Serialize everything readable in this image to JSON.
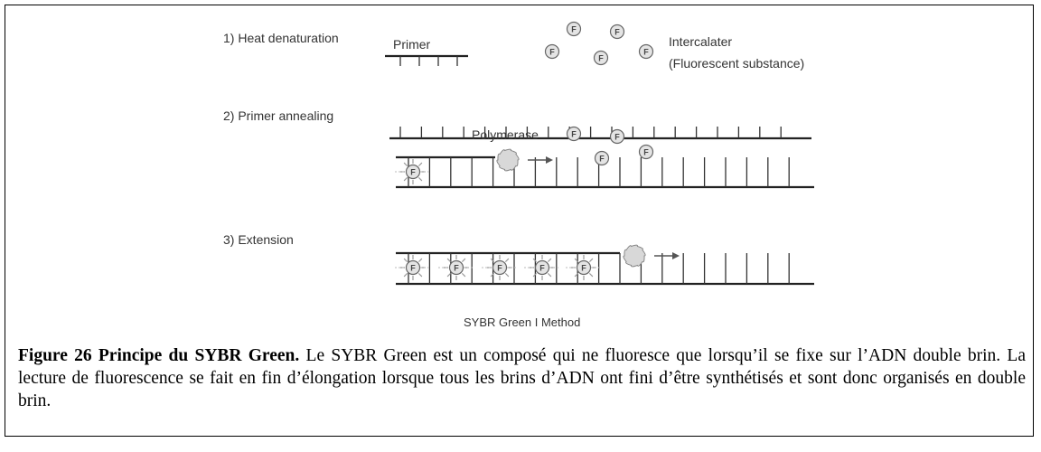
{
  "diagram": {
    "steps": [
      {
        "label": "1) Heat denaturation"
      },
      {
        "label": "2) Primer annealing"
      },
      {
        "label": "3) Extension"
      }
    ],
    "primer_label": "Primer",
    "intercalater_line1": "Intercalater",
    "intercalater_line2": "(Fluorescent substance)",
    "polymerase_label": "Polymerase",
    "fluor_symbol": "F",
    "method_title": "SYBR Green I Method"
  },
  "caption": {
    "title": "Figure 26 Principe du SYBR Green.",
    "body": " Le SYBR Green est un composé qui ne fluoresce que lorsqu’il se fixe sur l’ADN double brin. La lecture de fluorescence se fait en fin d’élongation lorsque tous les brins d’ADN ont fini d’être synthétisés et sont donc organisés en double brin."
  }
}
